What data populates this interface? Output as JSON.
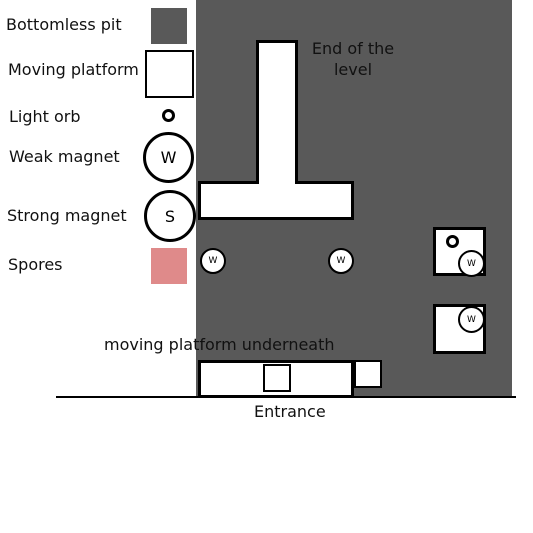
{
  "legend": {
    "bottomless_pit": "Bottomless pit",
    "moving_platform": "Moving platform",
    "light_orb": "Light orb",
    "weak_magnet": "Weak magnet",
    "strong_magnet": "Strong magnet",
    "spores": "Spores"
  },
  "symbols": {
    "weak_letter": "W",
    "strong_letter": "S"
  },
  "map": {
    "end_label": "End of the\nlevel",
    "entrance_label": "Entrance",
    "underneath_label": "moving platform underneath"
  },
  "colors": {
    "pit": "#595959",
    "spores": "#df8a8a",
    "platform": "#ffffff",
    "outline": "#000000"
  }
}
